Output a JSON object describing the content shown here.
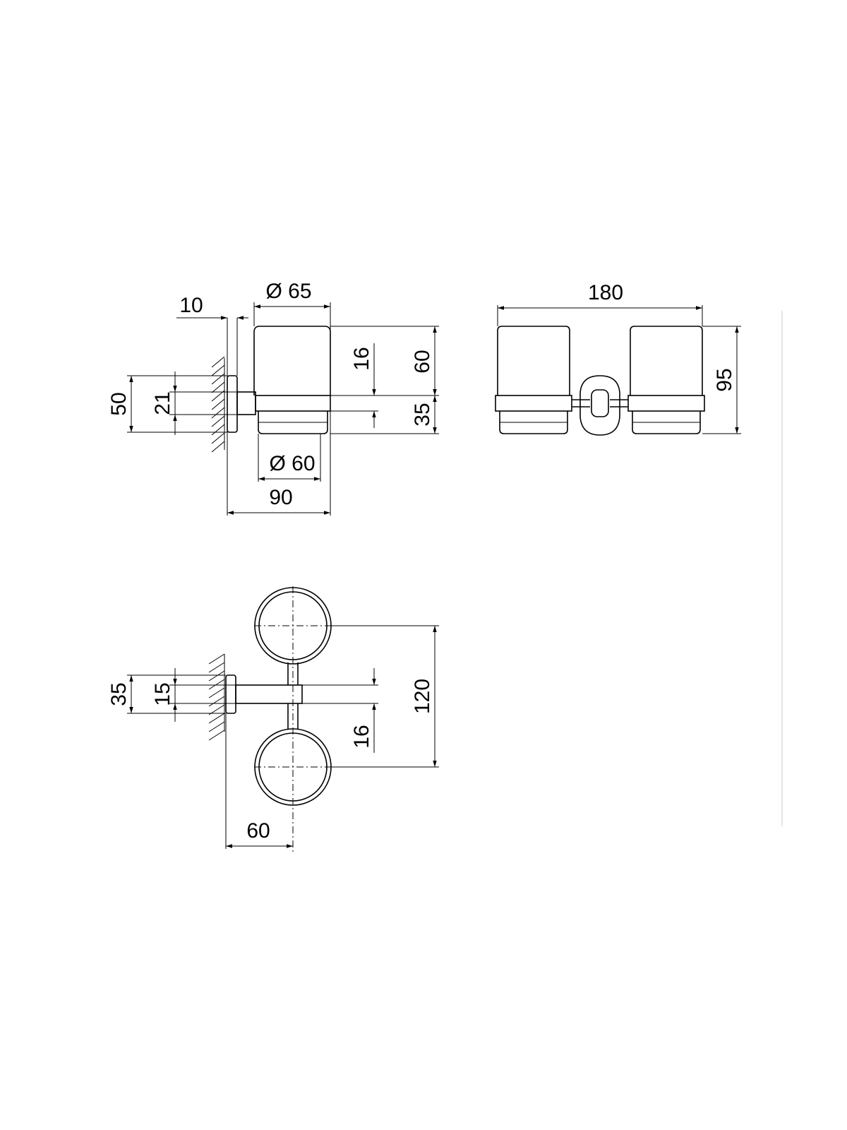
{
  "colors": {
    "line": "#000000",
    "border": "#c8c8c8",
    "background": "#ffffff"
  },
  "side_view": {
    "dims": {
      "wall_plate_thickness": "10",
      "cup_top_diameter": "Ø 65",
      "cup_bottom_diameter": "Ø 60",
      "depth": "90",
      "plate_height": "50",
      "arm_height": "21",
      "holder_ring_height": "16",
      "cup_height": "60",
      "lower_height": "35"
    }
  },
  "front_view": {
    "dims": {
      "overall_width": "180",
      "overall_height": "95"
    }
  },
  "top_view": {
    "dims": {
      "plate_width": "35",
      "arm_width": "15",
      "holder_ring": "16",
      "center_distance": "120",
      "projection": "60"
    }
  }
}
